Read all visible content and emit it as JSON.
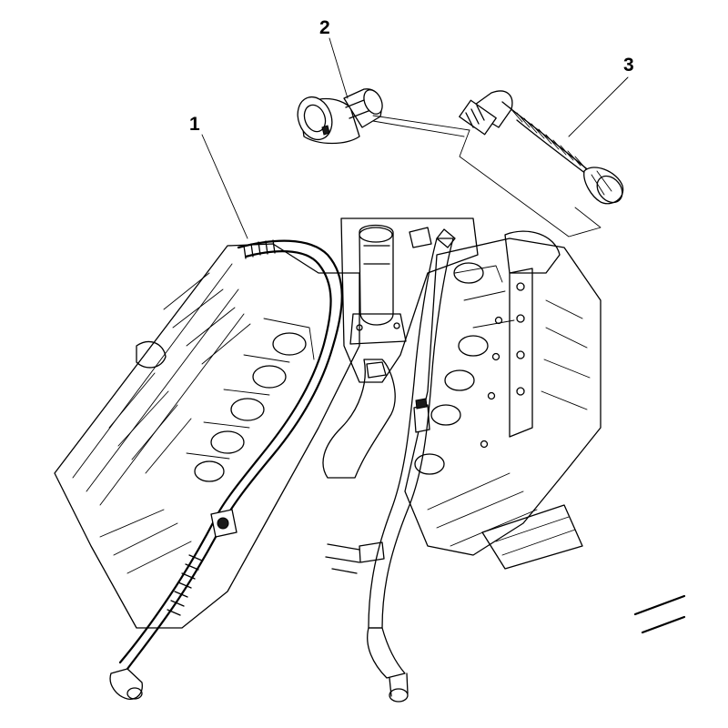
{
  "callouts": [
    {
      "label": "1",
      "part": "breather-hose-long"
    },
    {
      "label": "2",
      "part": "elbow-connector"
    },
    {
      "label": "3",
      "part": "corrugated-hose"
    }
  ],
  "colors": {
    "line": "#000000",
    "background": "#ffffff"
  }
}
